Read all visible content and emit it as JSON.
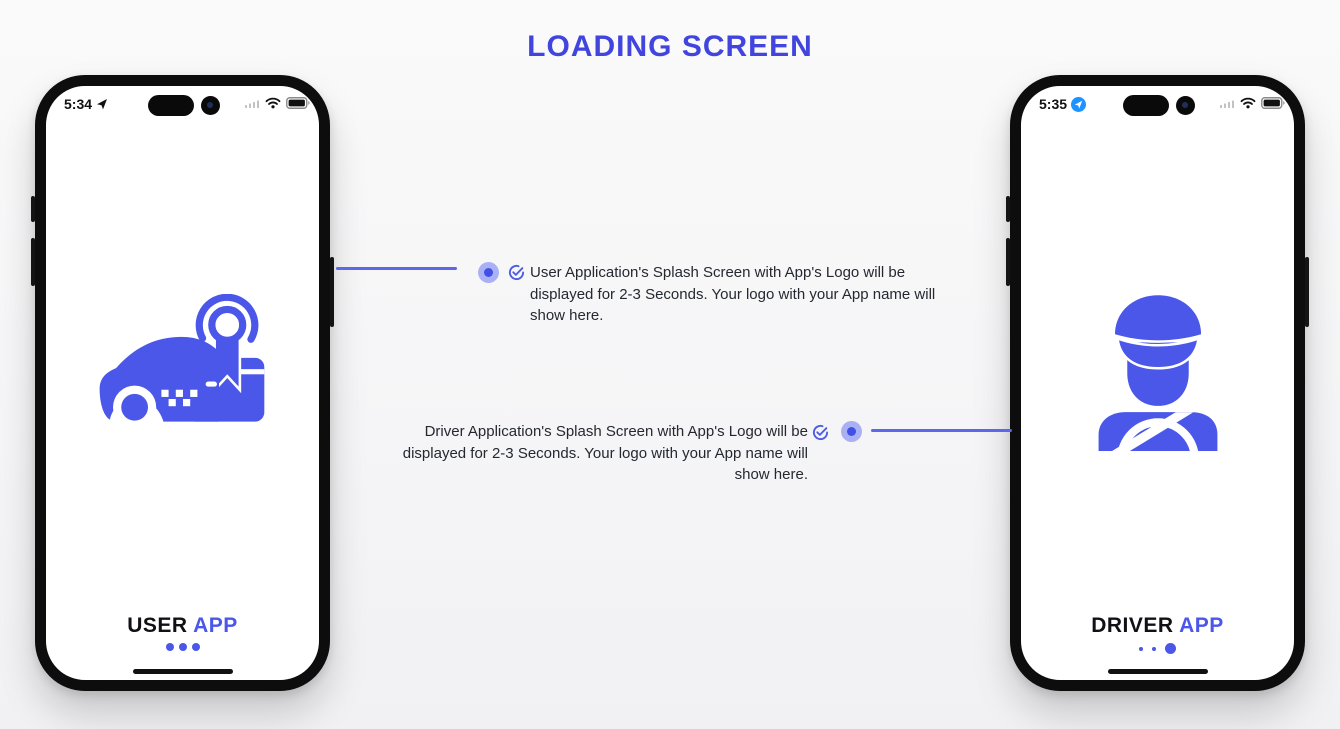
{
  "title": "LOADING SCREEN",
  "colors": {
    "accent": "#4a57e8",
    "title": "#4145de",
    "annotation_text": "#252831",
    "connector": "#5c68ea",
    "location_badge": "#1e93ff"
  },
  "phones": {
    "user": {
      "time": "5:34",
      "status_icons": [
        "location-arrow-icon",
        "cellular-icon",
        "wifi-icon",
        "battery-icon"
      ],
      "logo": "taxi-package-logo",
      "app_name": {
        "primary": "USER",
        "accent": "APP"
      },
      "loading_dots": 3
    },
    "driver": {
      "time": "5:35",
      "status_icons": [
        "location-badge-icon",
        "cellular-icon",
        "wifi-icon",
        "battery-icon"
      ],
      "logo": "chauffeur-driver-logo",
      "app_name": {
        "primary": "DRIVER",
        "accent": "APP"
      },
      "loading_dots": 3
    }
  },
  "annotations": {
    "user": {
      "text": "User Application's Splash Screen with App's Logo will be displayed for 2-3 Seconds. Your logo with your App name will show here."
    },
    "driver": {
      "text": "Driver Application's Splash Screen with App's Logo will be displayed for 2-3 Seconds. Your logo with your App name will show here."
    }
  }
}
